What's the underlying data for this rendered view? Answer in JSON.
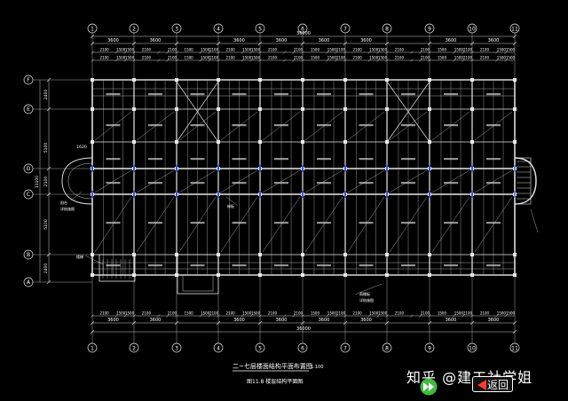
{
  "grid_columns": [
    "1",
    "2",
    "3",
    "4",
    "5",
    "6",
    "7",
    "8",
    "9",
    "10",
    "11"
  ],
  "grid_rows": [
    "F",
    "E",
    "D",
    "C",
    "B",
    "A"
  ],
  "bay_dims": [
    "3600",
    "3600",
    "",
    "3600",
    "3600",
    "3600",
    "3600",
    "",
    "3600",
    "3600"
  ],
  "sub_dims": [
    "2100",
    "1500",
    "1500",
    "2100",
    "",
    "2100",
    "1500",
    "1500",
    "2100",
    "2100",
    "1500",
    "1500",
    "2100",
    "",
    "2100",
    "1500",
    "1500",
    "2100"
  ],
  "overall_dim": "36000",
  "left_dims": [
    "2400",
    "5100",
    "2100",
    "5100",
    "2400"
  ],
  "left_total": "11100",
  "left_extra": "1620",
  "labels": {
    "title_main": "二~七层楼面结构平面布置图",
    "title_scale": "1:100",
    "caption": "图11.8   楼层结构平面图",
    "note_a": "阳台",
    "note_b": "详结施图",
    "note_c": "楼梯",
    "note_d": "梯板",
    "note_e": "雨棚板"
  },
  "watermark": {
    "text": "知乎 @建工社学姐",
    "back_label": "返回",
    "play_icon": "fast-forward-icon",
    "back_icon": "back-arrow-icon",
    "play_color": "#3dbb3d",
    "back_color": "#ff3b30"
  },
  "colors": {
    "line": "#e8e8e8",
    "dim": "#cfcfcf",
    "text": "#ffffff",
    "accent_blue": "#3a4fd6"
  }
}
